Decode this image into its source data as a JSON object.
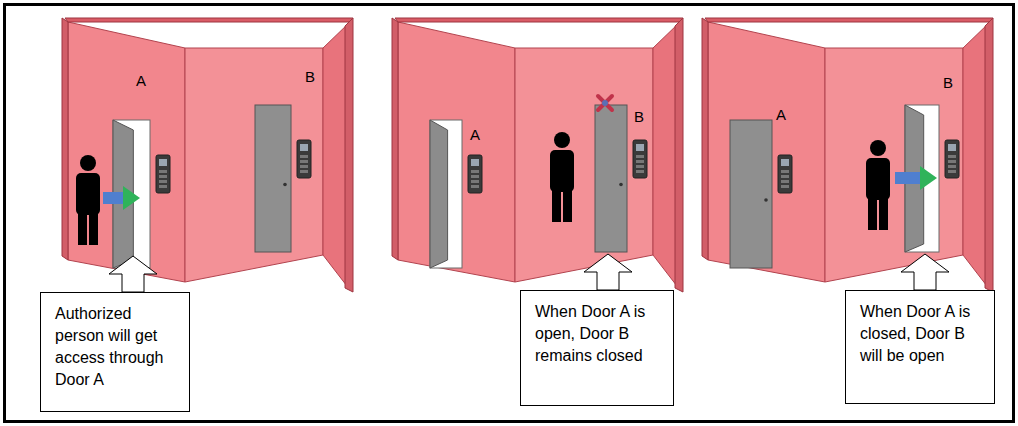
{
  "diagram": {
    "nodes": [
      {
        "text": [
          "Authorized person will get access through Door A"
        ]
      },
      {
        "text": [
          "When Door A is open, Door B remains closed"
        ]
      },
      {
        "text": [
          "When Door A is closed, Door B will be open"
        ]
      }
    ],
    "labels": [
      "A",
      "B",
      "A",
      "B",
      "A",
      "B"
    ]
  }
}
